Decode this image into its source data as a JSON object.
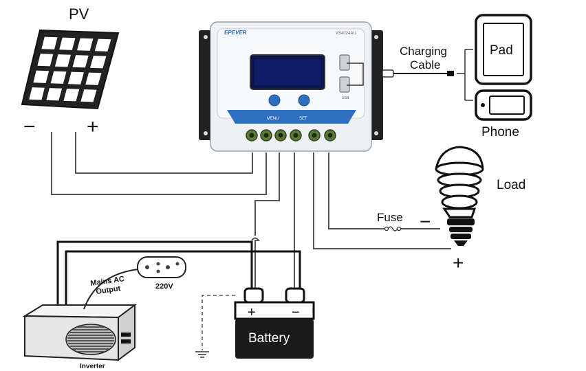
{
  "labels": {
    "pv": "PV",
    "pv_minus": "−",
    "pv_plus": "+",
    "charging_cable": [
      "Charging",
      "Cable"
    ],
    "pad": "Pad",
    "phone": "Phone",
    "load": "Load",
    "fuse": "Fuse",
    "load_minus": "−",
    "load_plus": "+",
    "battery": "Battery",
    "battery_plus": "+",
    "battery_minus": "−",
    "mains_ac_output": [
      "Mains AC",
      "Output"
    ],
    "socket_voltage": "220V",
    "inverter": "Inverter"
  },
  "controller": {
    "brand": "EPEVER",
    "model": "VS4024AU",
    "button_labels": [
      "MENU",
      "SET"
    ],
    "usb_label": "USB"
  },
  "colors": {
    "line": "#111111",
    "wire": "#555555",
    "controller_blue": "#2f6fc0",
    "screen": "#0a1650",
    "terminal_green": "#5e7a3a",
    "battery_body": "#1a1a1a"
  }
}
